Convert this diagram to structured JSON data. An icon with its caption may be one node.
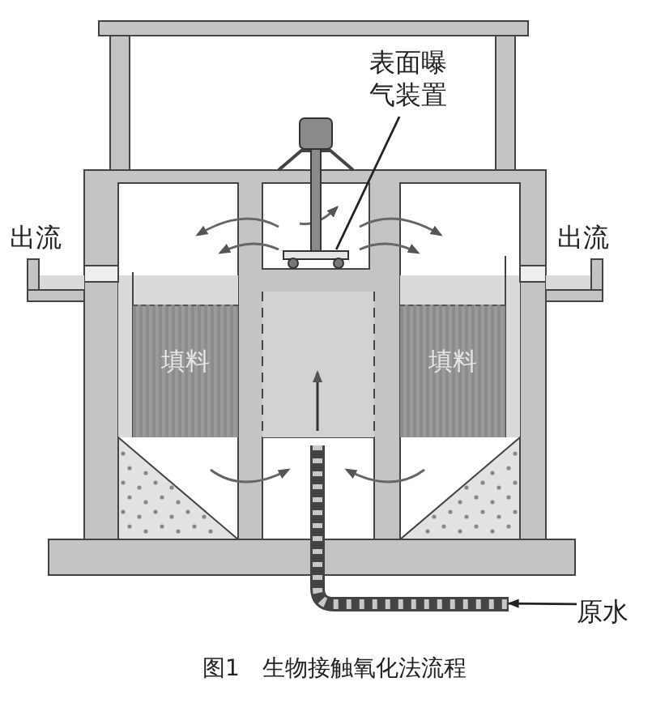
{
  "diagram": {
    "caption": "图1　生物接触氧化法流程",
    "nodes": [
      {
        "text": [
          "表面曝气装置"
        ]
      },
      {
        "text": [],
        "shape": "picture"
      },
      {
        "text": [
          "原水"
        ]
      },
      {
        "text": [],
        "shape": "picture"
      },
      {
        "text": [
          "填料"
        ]
      },
      {
        "text": [
          "填料"
        ]
      }
    ],
    "edges": [
      {
        "from": 0,
        "to": 1,
        "arrow": "none"
      },
      {
        "from": 2,
        "to": 3,
        "arrow": "to"
      }
    ],
    "labels": [
      "出流",
      "出流"
    ]
  }
}
